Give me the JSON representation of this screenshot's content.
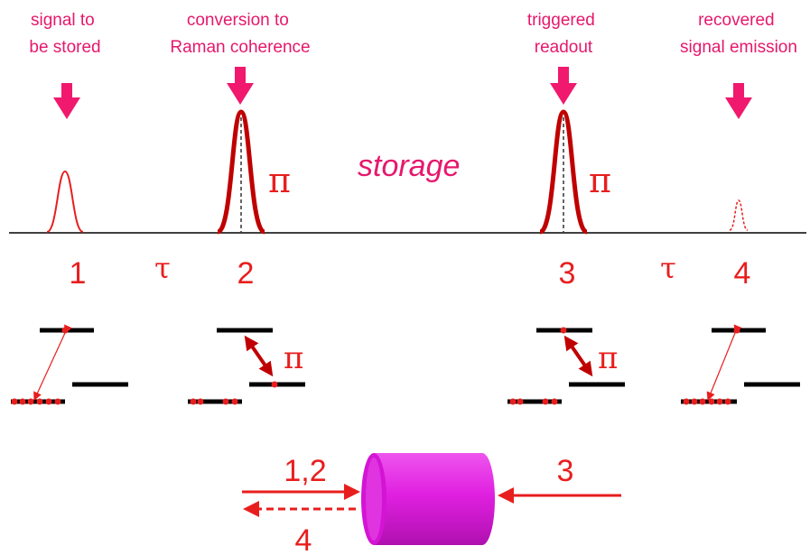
{
  "captions": {
    "step1": [
      "signal to",
      "be stored"
    ],
    "step2": [
      "conversion to",
      "Raman coherence"
    ],
    "step3": [
      "triggered",
      "readout"
    ],
    "step4": [
      "recovered",
      "signal emission"
    ]
  },
  "storage_label": "storage",
  "pi_symbol": "π",
  "tau_symbol": "τ",
  "step_numbers": [
    "1",
    "2",
    "3",
    "4"
  ],
  "beam_labels": {
    "forward": "1,2",
    "backward": "3",
    "emission": "4"
  },
  "colors": {
    "caption_magenta": "#e6186c",
    "arrow_magenta": "#f0196e",
    "red": "#e81e1e",
    "dark_red": "#c00000",
    "level_black": "#000000",
    "crystal_magenta": "#e020e0"
  }
}
